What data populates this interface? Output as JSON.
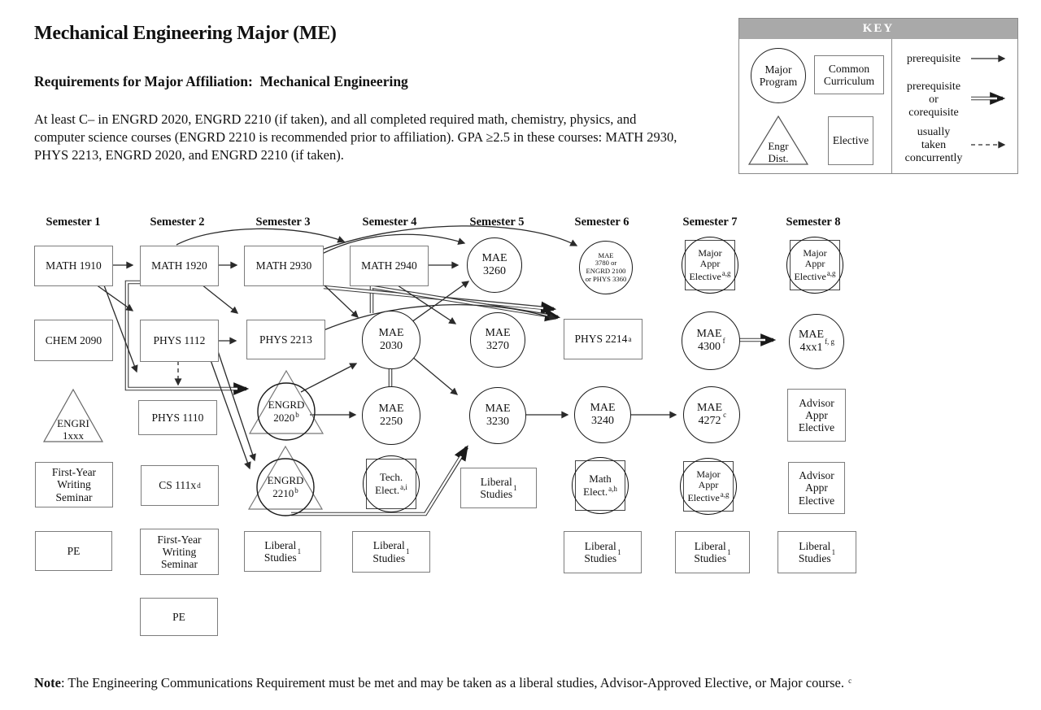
{
  "header": {
    "title": "Mechanical Engineering Major (ME)",
    "subtitle": "Requirements for Major Affiliation:  Mechanical Engineering",
    "body_lines": [
      "At least C– in ENGRD 2020, ENGRD 2210 (if taken), and all completed required math, chemistry, physics, and",
      "computer science courses (ENGRD 2210 is recommended prior to affiliation). GPA ≥2.5 in these courses: MATH 2930,",
      "PHYS 2213, ENGRD 2020, and ENGRD 2210 (if taken)."
    ]
  },
  "key": {
    "title": "KEY",
    "major_program": "Major\nProgram",
    "common_curriculum": "Common\nCurriculum",
    "engr_dist": "Engr\nDist.",
    "elective": "Elective",
    "prerequisite": "prerequisite",
    "prereq_or_coreq": "prerequisite\nor\ncorequisite",
    "concurrent": "usually\ntaken\nconcurrently"
  },
  "semesters": [
    "Semester 1",
    "Semester 2",
    "Semester 3",
    "Semester 4",
    "Semester 5",
    "Semester 6",
    "Semester 7",
    "Semester 8"
  ],
  "nodes": {
    "math1910": {
      "label": "MATH 1910"
    },
    "math1920": {
      "label": "MATH 1920"
    },
    "math2930": {
      "label": "MATH 2930"
    },
    "math2940": {
      "label": "MATH 2940"
    },
    "chem2090": {
      "label": "CHEM 2090"
    },
    "phys1112": {
      "label": "PHYS 1112"
    },
    "phys2213": {
      "label": "PHYS 2213"
    },
    "phys2214": {
      "label": "PHYS 2214",
      "sup": "a"
    },
    "phys1110": {
      "label": "PHYS 1110"
    },
    "cs111x": {
      "label": "CS 111x",
      "sup": "d"
    },
    "engri": {
      "label": "ENGRI\n1xxx"
    },
    "engrd2020": {
      "label": "ENGRD\n2020",
      "sup": "b"
    },
    "engrd2210": {
      "label": "ENGRD\n2210",
      "sup": "b"
    },
    "fyws1": {
      "label": "First-Year\nWriting\nSeminar"
    },
    "fyws2": {
      "label": "First-Year\nWriting\nSeminar"
    },
    "pe1": {
      "label": "PE"
    },
    "pe2": {
      "label": "PE"
    },
    "lib3": {
      "label": "Liberal\nStudies",
      "sup": "1"
    },
    "lib4": {
      "label": "Liberal\nStudies",
      "sup": "1"
    },
    "lib5": {
      "label": "Liberal\nStudies",
      "sup": "1"
    },
    "lib6": {
      "label": "Liberal\nStudies",
      "sup": "1"
    },
    "lib7": {
      "label": "Liberal\nStudies",
      "sup": "1"
    },
    "lib8": {
      "label": "Liberal\nStudies",
      "sup": "1"
    },
    "mae2030": {
      "label": "MAE\n2030"
    },
    "mae2250": {
      "label": "MAE\n2250"
    },
    "mae3260": {
      "label": "MAE\n3260"
    },
    "mae3270": {
      "label": "MAE\n3270"
    },
    "mae3230": {
      "label": "MAE\n3230"
    },
    "mae3240": {
      "label": "MAE\n3240"
    },
    "mae3780": {
      "label": "MAE\n3780 or\nENGRD 2100\nor PHYS 3360"
    },
    "mae4300": {
      "label": "MAE\n4300",
      "sup": "f"
    },
    "mae4xx1": {
      "label": "MAE\n4xx1",
      "sup": "f, g"
    },
    "mae4272": {
      "label": "MAE\n4272",
      "sup": "c"
    },
    "techelect": {
      "label": "Tech.\nElect.",
      "sup": "a,i"
    },
    "mathelect": {
      "label": "Math\nElect.",
      "sup": "a,h"
    },
    "majapp7a": {
      "label": "Major\nAppr\nElective",
      "sup": "a,g"
    },
    "majapp7b": {
      "label": "Major\nAppr\nElective",
      "sup": "a,g"
    },
    "majapp8": {
      "label": "Major\nAppr\nElective",
      "sup": "a,g"
    },
    "advapp8a": {
      "label": "Advisor\nAppr\nElective"
    },
    "advapp8b": {
      "label": "Advisor\nAppr\nElective"
    }
  },
  "note": {
    "label": "Note",
    "text": ": The Engineering Communications Requirement must be met and may be taken as a liberal studies, Advisor-Approved Elective, or Major course. ",
    "sup": "c"
  }
}
